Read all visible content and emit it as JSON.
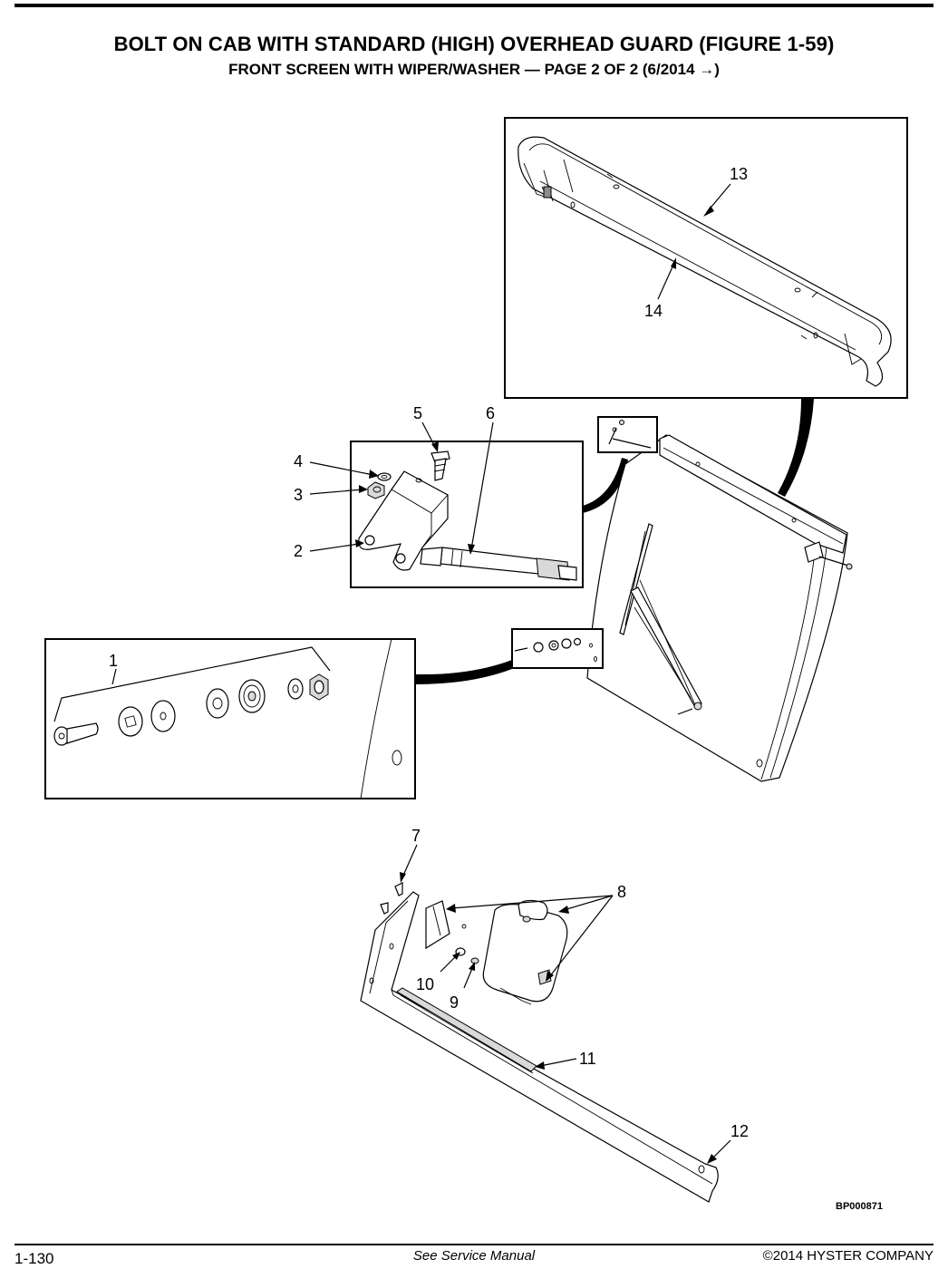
{
  "header": {
    "title": "BOLT ON CAB WITH STANDARD (HIGH) OVERHEAD GUARD (FIGURE 1-59)",
    "subtitle": "FRONT SCREEN WITH WIPER/WASHER — PAGE 2 OF 2  (6/2014 →)"
  },
  "callouts": {
    "c1": "1",
    "c2": "2",
    "c3": "3",
    "c4": "4",
    "c5": "5",
    "c6": "6",
    "c7": "7",
    "c8": "8",
    "c9": "9",
    "c10": "10",
    "c11": "11",
    "c12": "12",
    "c13": "13",
    "c14": "14"
  },
  "drawing_id": "BP000871",
  "footer": {
    "page_number": "1-130",
    "note": "See Service Manual",
    "copyright": "©2014 HYSTER COMPANY"
  }
}
